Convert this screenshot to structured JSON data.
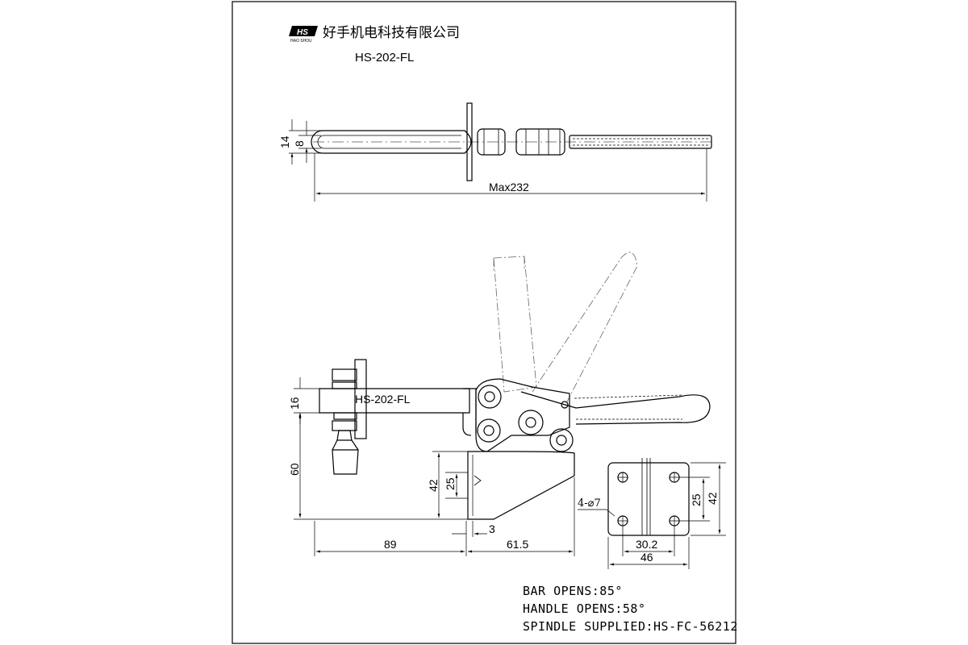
{
  "header": {
    "logo_text": "HS",
    "logo_subtext": "HAO SHOU",
    "company_name": "好手机电科技有限公司",
    "model_title": "HS-202-FL"
  },
  "part_label": "HS-202-FL",
  "dimensions": {
    "handle_width": "14",
    "handle_inner": "8",
    "overall_length": "Max232",
    "bar_height": "16",
    "clamp_height": "60",
    "base_height": "42",
    "hole_spacing_v": "25",
    "base_thickness": "3",
    "spindle_reach": "89",
    "body_length": "61.5",
    "mount_holes": "4-⌀7",
    "plate_hole_spacing_v": "25",
    "plate_height": "42",
    "plate_hole_spacing_h": "30.2",
    "plate_width": "46"
  },
  "notes": {
    "bar_opens": "BAR OPENS:85°",
    "handle_opens": "HANDLE OPENS:58°",
    "spindle_supplied": "SPINDLE SUPPLIED:HS-FC-56212"
  }
}
